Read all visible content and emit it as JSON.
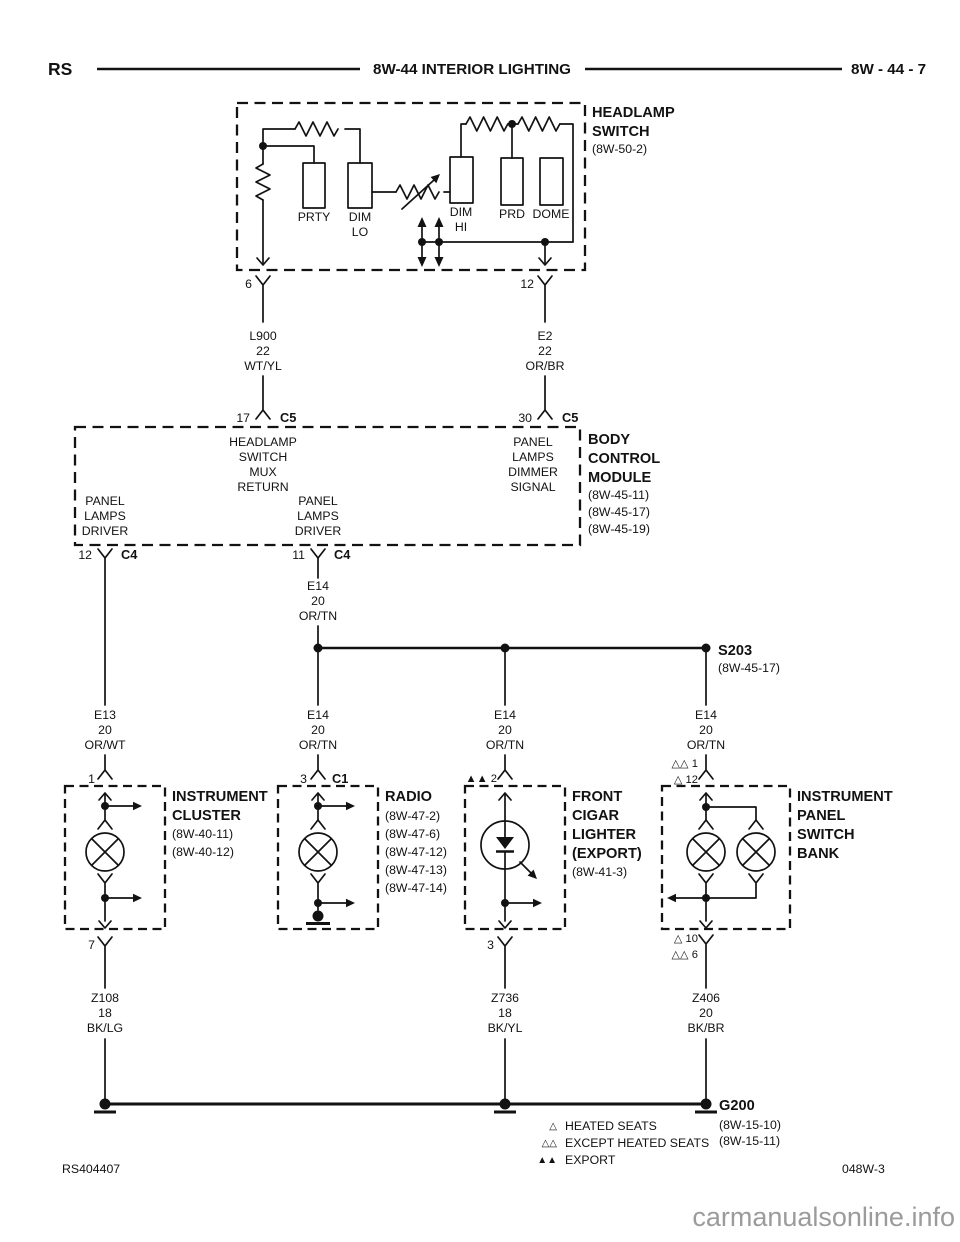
{
  "header": {
    "left": "RS",
    "center": "8W-44 INTERIOR LIGHTING",
    "right": "8W - 44 - 7"
  },
  "headlamp_switch": {
    "title": [
      "HEADLAMP",
      "SWITCH"
    ],
    "ref": "(8W-50-2)",
    "positions": {
      "prty": "PRTY",
      "dim1": "DIM",
      "lo": "LO",
      "dim2": "DIM",
      "hi": "HI",
      "prd": "PRD",
      "dome": "DOME"
    },
    "pin_left": "6",
    "pin_right": "12"
  },
  "wire_top_left": {
    "id": "L900",
    "gauge": "22",
    "color": "WT/YL"
  },
  "wire_top_right": {
    "id": "E2",
    "gauge": "22",
    "color": "OR/BR"
  },
  "bcm": {
    "pin17": "17",
    "conn17": "C5",
    "pin30": "30",
    "conn30": "C5",
    "fn_mux": [
      "HEADLAMP",
      "SWITCH",
      "MUX",
      "RETURN"
    ],
    "fn_dimmer": [
      "PANEL",
      "LAMPS",
      "DIMMER",
      "SIGNAL"
    ],
    "fn_driver1": [
      "PANEL",
      "LAMPS",
      "DRIVER"
    ],
    "fn_driver2": [
      "PANEL",
      "LAMPS",
      "DRIVER"
    ],
    "title": [
      "BODY",
      "CONTROL",
      "MODULE"
    ],
    "refs": [
      "(8W-45-11)",
      "(8W-45-17)",
      "(8W-45-19)"
    ],
    "pin12": "12",
    "conn12": "C4",
    "pin11": "11",
    "conn11": "C4"
  },
  "wire_c4": {
    "id": "E14",
    "gauge": "20",
    "color": "OR/TN"
  },
  "splice": {
    "name": "S203",
    "ref": "(8W-45-17)"
  },
  "branch_wires": [
    {
      "id": "E13",
      "gauge": "20",
      "color": "OR/WT"
    },
    {
      "id": "E14",
      "gauge": "20",
      "color": "OR/TN"
    },
    {
      "id": "E14",
      "gauge": "20",
      "color": "OR/TN"
    },
    {
      "id": "E14",
      "gauge": "20",
      "color": "OR/TN"
    }
  ],
  "components": [
    {
      "pin_top": "1",
      "title": [
        "INSTRUMENT",
        "CLUSTER"
      ],
      "refs": [
        "(8W-40-11)",
        "(8W-40-12)"
      ],
      "pin_bottom": "7"
    },
    {
      "pin_top": "3",
      "conn": "C1",
      "title": [
        "RADIO"
      ],
      "refs": [
        "(8W-47-2)",
        "(8W-47-6)",
        "(8W-47-12)",
        "(8W-47-13)",
        "(8W-47-14)"
      ]
    },
    {
      "pin_top": "▲▲ 2",
      "title": [
        "FRONT",
        "CIGAR",
        "LIGHTER",
        "(EXPORT)"
      ],
      "refs": [
        "(8W-41-3)"
      ],
      "pin_bottom": "3"
    },
    {
      "pin_top": "△△ 1",
      "pin_top2": "△ 12",
      "title": [
        "INSTRUMENT",
        "PANEL",
        "SWITCH",
        "BANK"
      ],
      "pin_bottom": "△ 10",
      "pin_bottom2": "△△ 6"
    }
  ],
  "bottom_wires": [
    {
      "id": "Z108",
      "gauge": "18",
      "color": "BK/LG"
    },
    {
      "id": "Z736",
      "gauge": "18",
      "color": "BK/YL"
    },
    {
      "id": "Z406",
      "gauge": "20",
      "color": "BK/BR"
    }
  ],
  "ground": {
    "name": "G200",
    "refs": [
      "(8W-15-10)",
      "(8W-15-11)"
    ]
  },
  "legend": [
    {
      "symbol": "△",
      "label": "HEATED SEATS"
    },
    {
      "symbol": "△△",
      "label": "EXCEPT HEATED SEATS"
    },
    {
      "symbol": "▲▲",
      "label": "EXPORT"
    }
  ],
  "footer": {
    "left": "RS404407",
    "right": "048W-3"
  },
  "watermark": "carmanualsonline.info"
}
